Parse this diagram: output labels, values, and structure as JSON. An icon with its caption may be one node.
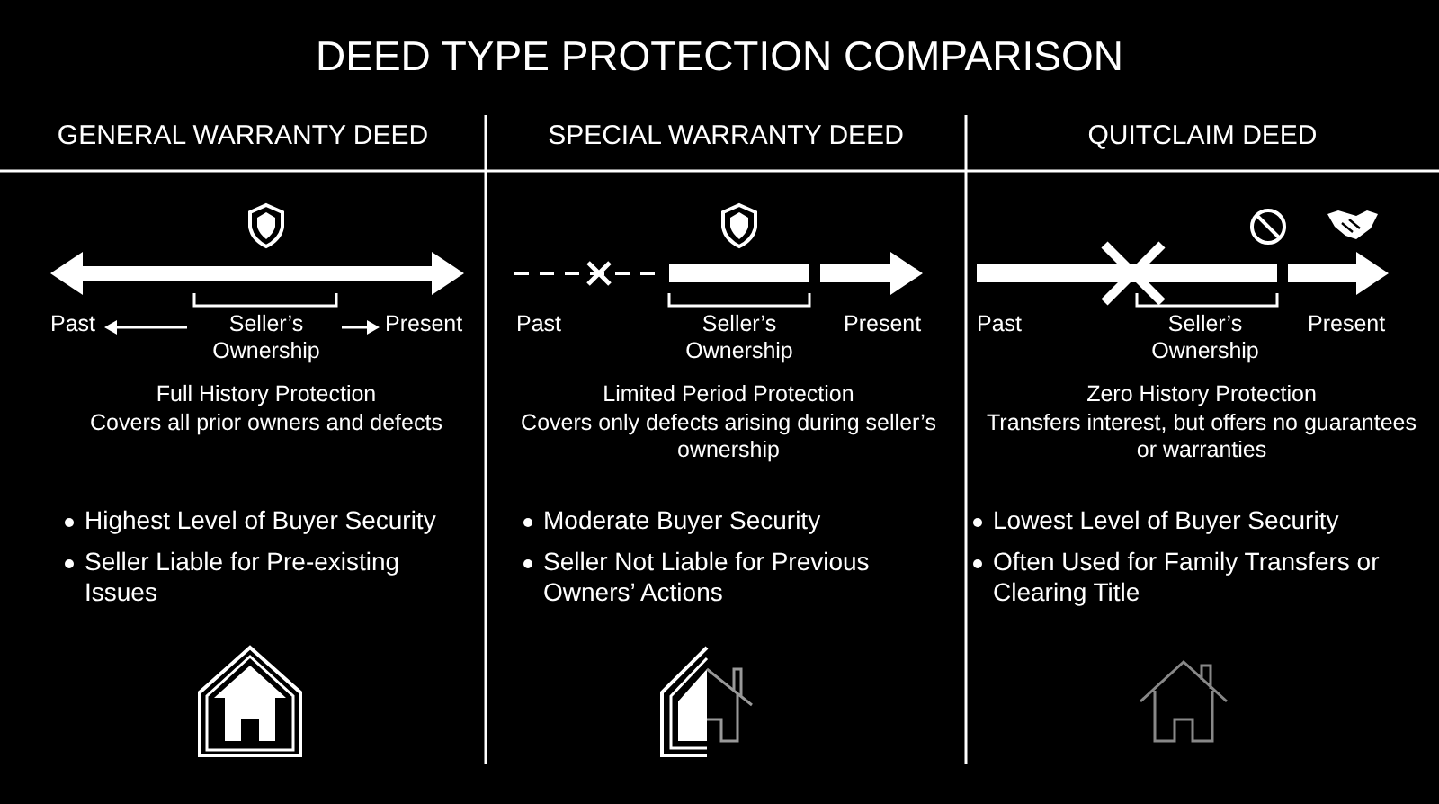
{
  "diagram": {
    "title": "DEED TYPE PROTECTION COMPARISON",
    "labels": [
      "GENERAL WARRANTY DEED",
      "Past",
      "Seller’s Ownership",
      "Present",
      "Full History Protection",
      "Covers all prior owners and defects",
      "Highest Level of Buyer Security",
      "Seller Liable for Pre-existing Issues",
      "SPECIAL WARRANTY DEED",
      "Past",
      "Seller’s Ownership",
      "Present",
      "Limited Period Protection",
      "Covers only defects arising during seller’s ownership",
      "Moderate Buyer Security",
      "Seller Not Liable for Previous Owners’ Actions",
      "QUITCLAIM DEED",
      "Past",
      "Seller’s Ownership",
      "Present",
      "Zero History Protection",
      "Transfers interest, but offers no guarantees or warranties",
      "Lowest Level of Buyer Security",
      "Often Used for Family Transfers or Clearing Title"
    ]
  }
}
